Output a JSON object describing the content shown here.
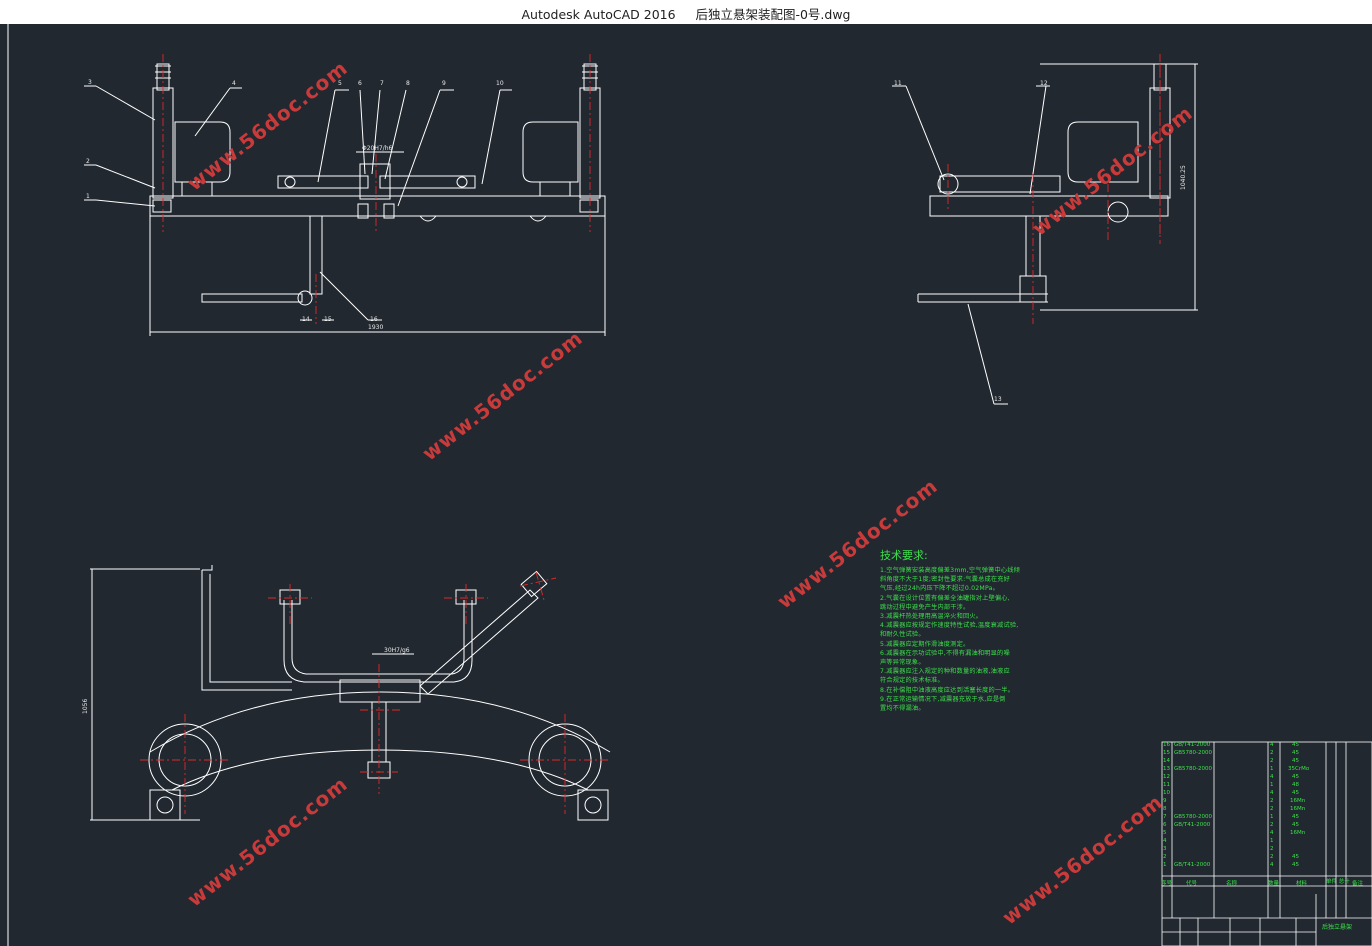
{
  "window": {
    "title": "Autodesk AutoCAD 2016     后独立悬架装配图-0号.dwg"
  },
  "drawing": {
    "part_labels": [
      "1",
      "2",
      "3",
      "4",
      "5",
      "6",
      "7",
      "8",
      "9",
      "10",
      "11",
      "12",
      "13",
      "14",
      "15",
      "16"
    ],
    "dimensions": {
      "front_width": "1930",
      "side_height": "1040.25",
      "plan_height": "1056",
      "fit_front": "Φ20H7/h6",
      "fit_plan": "30H7/g6"
    },
    "tech_requirements": {
      "title": "技术要求:",
      "lines": [
        "1.空气弹簧安装高度偏差3mm,空气弹簧中心线倾",
        "斜角度不大于1度;密封性要求:气囊总成在充好",
        "气压,经过24h内压下降不超过0.02MPa。",
        "2.气囊在设计位置有偏差全油罐指对上壁偏心,",
        "跳动过程中避免产生内部干涉。",
        "3.减震杆热处理用高温淬火和回火。",
        "4.减震器应按规定作速度特性试验,温度衰减试验,",
        "和耐久性试验。",
        "5.减震器应定期作滑油度测定。",
        "6.减震器在示功试验中,不得有漏油和明显的噪",
        "声等异常现象。",
        "7.减震器应注入规定的种和数量的油液,油液应",
        "符合规定的技术标准。",
        "8.在补偿阻中油液高度应达到活塞长度的一半。",
        "9.在正常运输情况下,减震器充放于水,应是倒",
        "置均不得漏油。"
      ]
    },
    "bom": {
      "rows": [
        {
          "no": "16",
          "code": "GB/T41-2000",
          "qty": "4",
          "mat": "45"
        },
        {
          "no": "15",
          "code": "GB5780-2000",
          "qty": "2",
          "mat": "45"
        },
        {
          "no": "14",
          "code": "",
          "qty": "2",
          "mat": "45"
        },
        {
          "no": "13",
          "code": "GB5780-2000",
          "qty": "1",
          "mat": "35CrMo"
        },
        {
          "no": "12",
          "code": "",
          "qty": "4",
          "mat": "45"
        },
        {
          "no": "11",
          "code": "",
          "qty": "1",
          "mat": "48"
        },
        {
          "no": "10",
          "code": "",
          "qty": "4",
          "mat": "45"
        },
        {
          "no": "9",
          "code": "",
          "qty": "2",
          "mat": "16Mn"
        },
        {
          "no": "8",
          "code": "",
          "qty": "2",
          "mat": "16Mn"
        },
        {
          "no": "7",
          "code": "GB5780-2000",
          "qty": "1",
          "mat": "45"
        },
        {
          "no": "6",
          "code": "GB/T41-2000",
          "qty": "2",
          "mat": "45"
        },
        {
          "no": "5",
          "code": "",
          "qty": "4",
          "mat": "16Mn"
        },
        {
          "no": "4",
          "code": "",
          "qty": "1",
          "mat": ""
        },
        {
          "no": "3",
          "code": "",
          "qty": "2",
          "mat": ""
        },
        {
          "no": "2",
          "code": "",
          "qty": "2",
          "mat": "45"
        },
        {
          "no": "1",
          "code": "GB/T41-2000",
          "qty": "4",
          "mat": "45"
        }
      ],
      "header": {
        "no": "序号",
        "code": "代号",
        "name": "名称",
        "qty": "数量",
        "mat": "材料",
        "weight": "单件 总计",
        "note": "备注"
      },
      "title_block": {
        "name": "后独立悬架"
      }
    },
    "watermarks": [
      "www.56doc.com",
      "www.56doc.com",
      "www.56doc.com",
      "www.56doc.com",
      "www.56doc.com",
      "www.56doc.com"
    ]
  },
  "colors": {
    "background": "#212830",
    "lines": "#ffffff",
    "centerline": "#e02a2a",
    "text_green": "#3ce04a",
    "watermark": "#c93a3a"
  }
}
